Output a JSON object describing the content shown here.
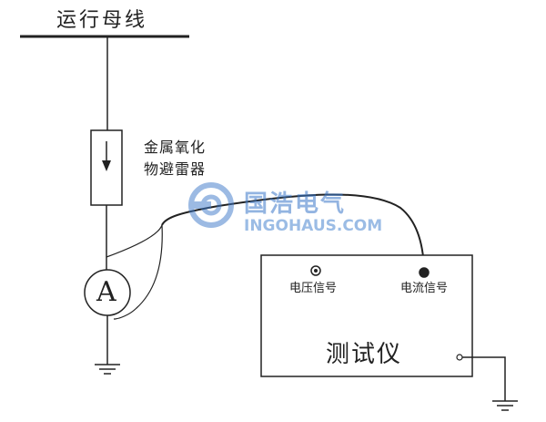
{
  "diagram": {
    "bus_label": "运行母线",
    "arrester_label_line1": "金属氧化",
    "arrester_label_line2": "物避雷器",
    "ammeter_symbol": "A",
    "tester_label": "测试仪",
    "voltage_signal_label": "电压信号",
    "current_signal_label": "电流信号"
  },
  "watermark": {
    "brand_text": "国浩电气",
    "url_text": "INGOHAUS.COM",
    "color": "#3b78c9"
  },
  "colors": {
    "line": "#222222"
  }
}
